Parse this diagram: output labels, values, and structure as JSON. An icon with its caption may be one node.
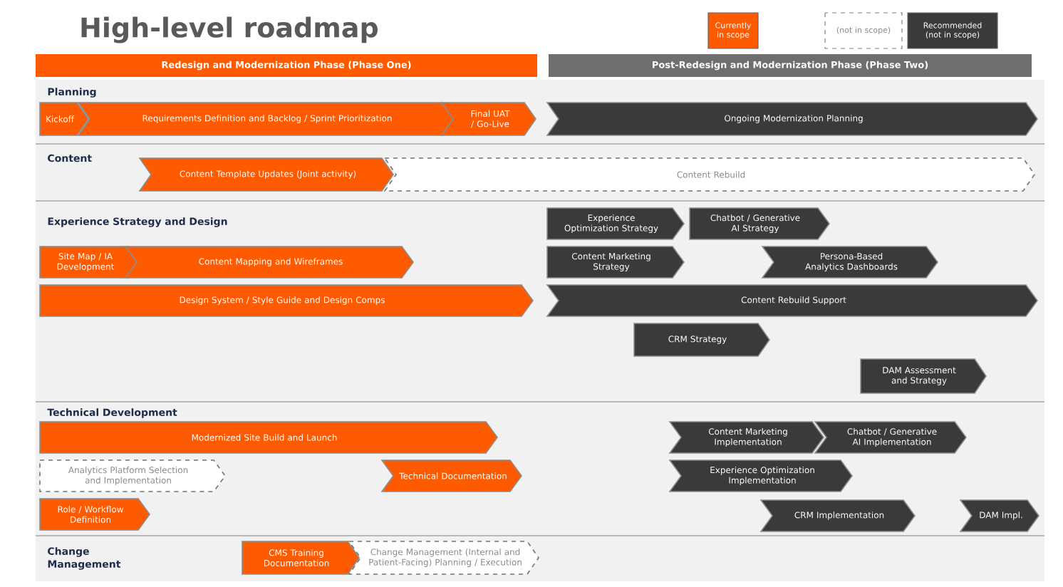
{
  "diagram": {
    "title": "High-level roadmap",
    "nodes": [
      {
        "text": [
          "Redesign and Modernization Phase (Phase One)"
        ]
      },
      {
        "text": [
          "Post-Redesign and Modernization Phase (Phase Two)"
        ]
      },
      {
        "text": [
          "Kickoff"
        ]
      },
      {
        "text": [
          "Requirements Definition and Backlog / Sprint Prioritization"
        ]
      },
      {
        "text": [
          "Final UAT / Go-Live"
        ]
      },
      {
        "text": [
          "Ongoing Modernization Planning"
        ]
      },
      {
        "text": [
          "Content Template Updates (Joint activity)"
        ]
      },
      {
        "text": [
          "Content Rebuild"
        ]
      },
      {
        "text": [
          "Experience Optimization Strategy"
        ]
      },
      {
        "text": [
          "Chatbot / Generative AI Strategy"
        ]
      },
      {
        "text": [
          "Site Map / IA Development"
        ]
      },
      {
        "text": [
          "Content Mapping and Wireframes"
        ]
      },
      {
        "text": [
          "Content Marketing Strategy"
        ]
      },
      {
        "text": [
          "Persona-Based Analytics Dashboards"
        ]
      },
      {
        "text": [
          "Design System / Style Guide and Design Comps"
        ]
      },
      {
        "text": [
          "Content Rebuild Support"
        ]
      },
      {
        "text": [
          "CRM Strategy"
        ]
      },
      {
        "text": [
          "DAM Assessment and Strategy"
        ]
      },
      {
        "text": [
          "Modernized Site Build and Launch"
        ]
      },
      {
        "text": [
          "Content Marketing Implementation"
        ]
      },
      {
        "text": [
          "Chatbot / Generative AI Implementation"
        ]
      },
      {
        "text": [
          "Analytics Platform Selection and Implementation"
        ]
      },
      {
        "text": [
          "Technical Documentation"
        ]
      },
      {
        "text": [
          "Experience Optimization Implementation"
        ]
      },
      {
        "text": [
          "Role / Workflow Definition"
        ]
      },
      {
        "text": [
          "CRM Implementation"
        ]
      },
      {
        "text": [
          "DAM Impl."
        ]
      },
      {
        "text": [
          "CMS Training Documentation"
        ]
      },
      {
        "text": [
          "Change Management (Internal and Patient-Facing) Planning / Execution"
        ]
      }
    ],
    "labels": [
      "Planning",
      "Content",
      "Experience Strategy and Design",
      "Technical Development",
      "Change Management"
    ],
    "legend": [
      {
        "text": "Currently in scope",
        "color": "#fe5a00"
      },
      {
        "text": "(not in scope)"
      },
      {
        "text": "Recommended (not in scope)",
        "color": "#3a3a3a"
      }
    ]
  }
}
